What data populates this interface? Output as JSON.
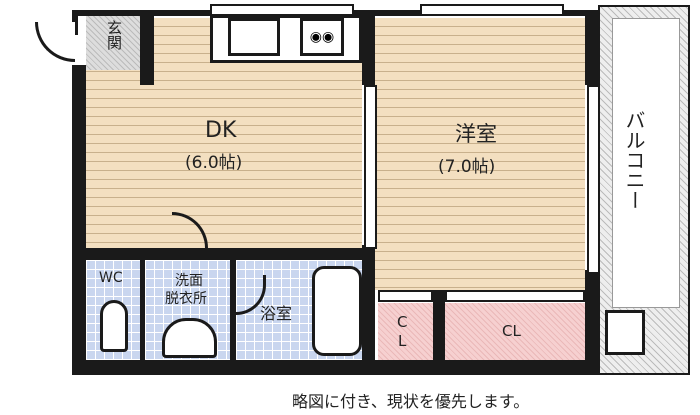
{
  "rooms": {
    "entrance": "玄関",
    "dk_name": "DK",
    "dk_size": "(6.0帖)",
    "western_name": "洋室",
    "western_size": "(7.0帖)",
    "balcony": "バルコニー",
    "wc": "WC",
    "washroom_1": "洗面",
    "washroom_2": "脱衣所",
    "bath": "浴室",
    "closet_small_1": "C",
    "closet_small_2": "L",
    "closet_large": "CL"
  },
  "caption": "略図に付き、現状を優先します。"
}
